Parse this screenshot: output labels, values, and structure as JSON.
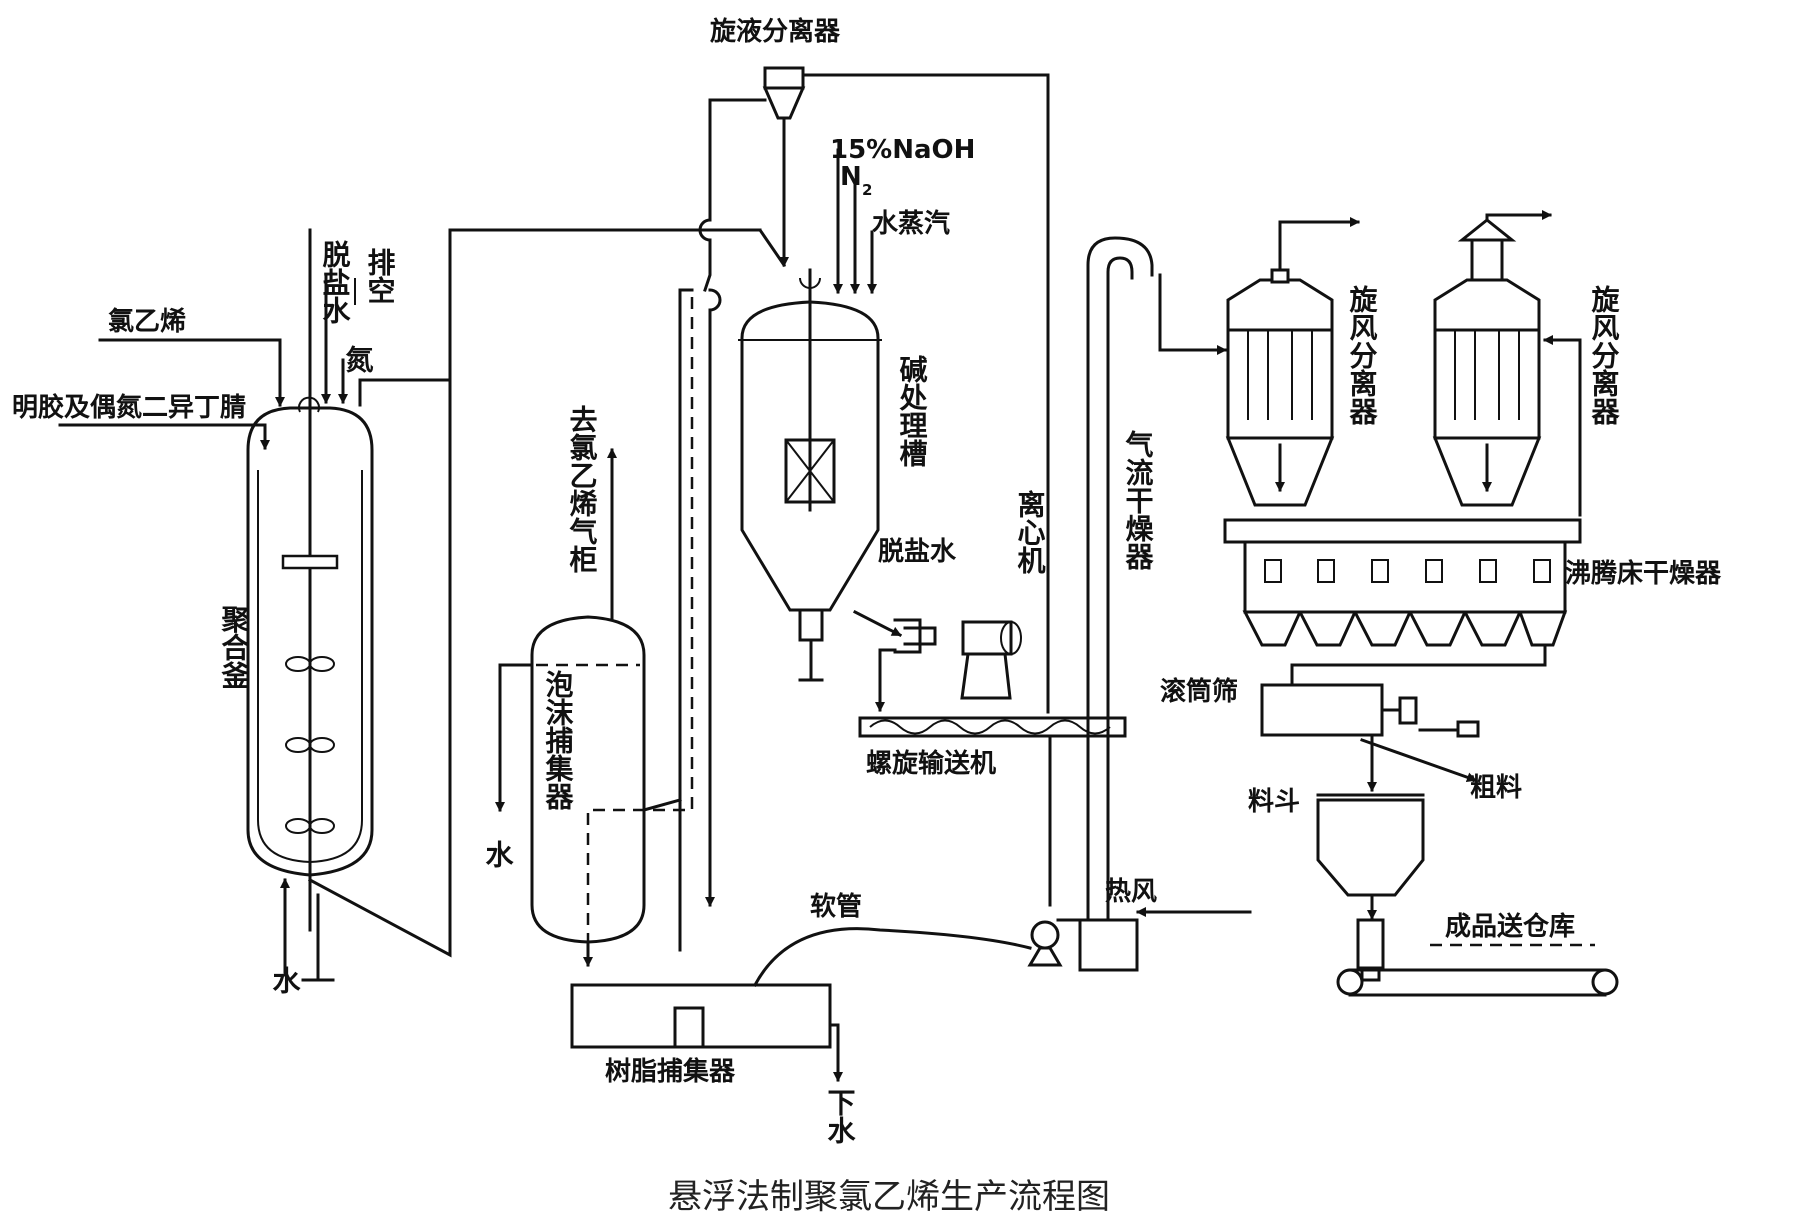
{
  "title": "悬浮法制聚氯乙烯生产流程图",
  "labels": {
    "cyclone_liquid_separator": "旋液分离器",
    "naoh": "15%NaOH",
    "n2": "N",
    "n2_sub": "2",
    "steam": "水蒸汽",
    "vinyl_chloride": "氯乙烯",
    "gelatin_initiator": "明胶及偶氮二异丁腈",
    "demin_water_top": "脱盐水",
    "vent": "排空",
    "nitrogen": "氮",
    "polymerizer": "聚合釜",
    "water_in": "水",
    "to_vcm_holder": "去氯乙烯气柜",
    "water_out": "水",
    "foam_catcher": "泡沫捕集器",
    "alkali_tank": "碱处理槽",
    "demin_water_mid": "脱盐水",
    "centrifuge": "离心机",
    "screw_conveyor": "螺旋输送机",
    "airflow_dryer": "气流干燥器",
    "cyclone_sep_1": "旋风分离器",
    "cyclone_sep_2": "旋风分离器",
    "fluid_bed_dryer": "沸腾床干燥器",
    "drum_screen": "滚筒筛",
    "coarse_material": "粗料",
    "hopper": "料斗",
    "product_to_warehouse": "成品送仓库",
    "hot_air": "热风",
    "hose": "软管",
    "resin_catcher": "树脂捕集器",
    "drain": "下水"
  }
}
